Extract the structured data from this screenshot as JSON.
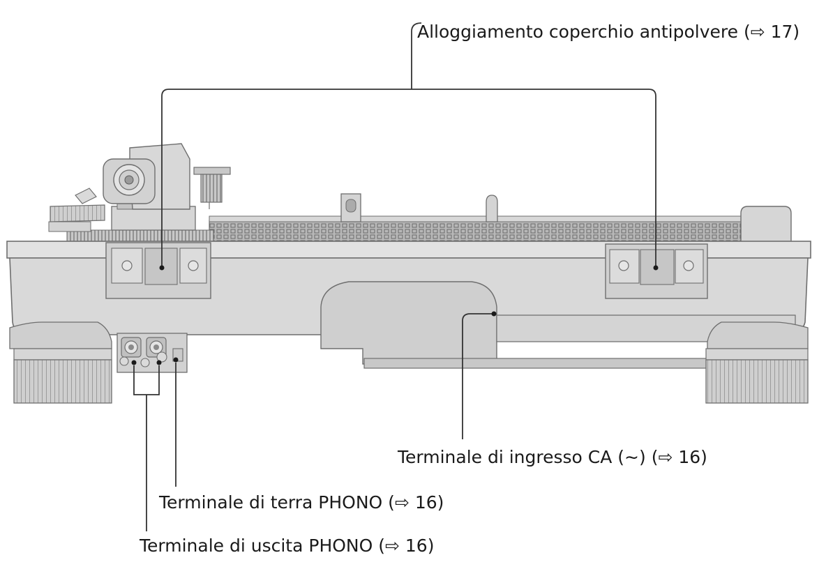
{
  "callouts": {
    "dust_cover": "Alloggiamento coperchio antipolvere (⇨ 17)",
    "ac_input": "Terminale di ingresso CA (∼) (⇨ 16)",
    "phono_ground": "Terminale di terra PHONO (⇨ 16)",
    "phono_output": "Terminale di uscita PHONO (⇨ 16)"
  },
  "colors": {
    "body": "#dcdcdc",
    "body_dark": "#c6c6c6",
    "outline": "#6e6e6e",
    "leader": "#333333",
    "platter": "#9a9a9a"
  }
}
